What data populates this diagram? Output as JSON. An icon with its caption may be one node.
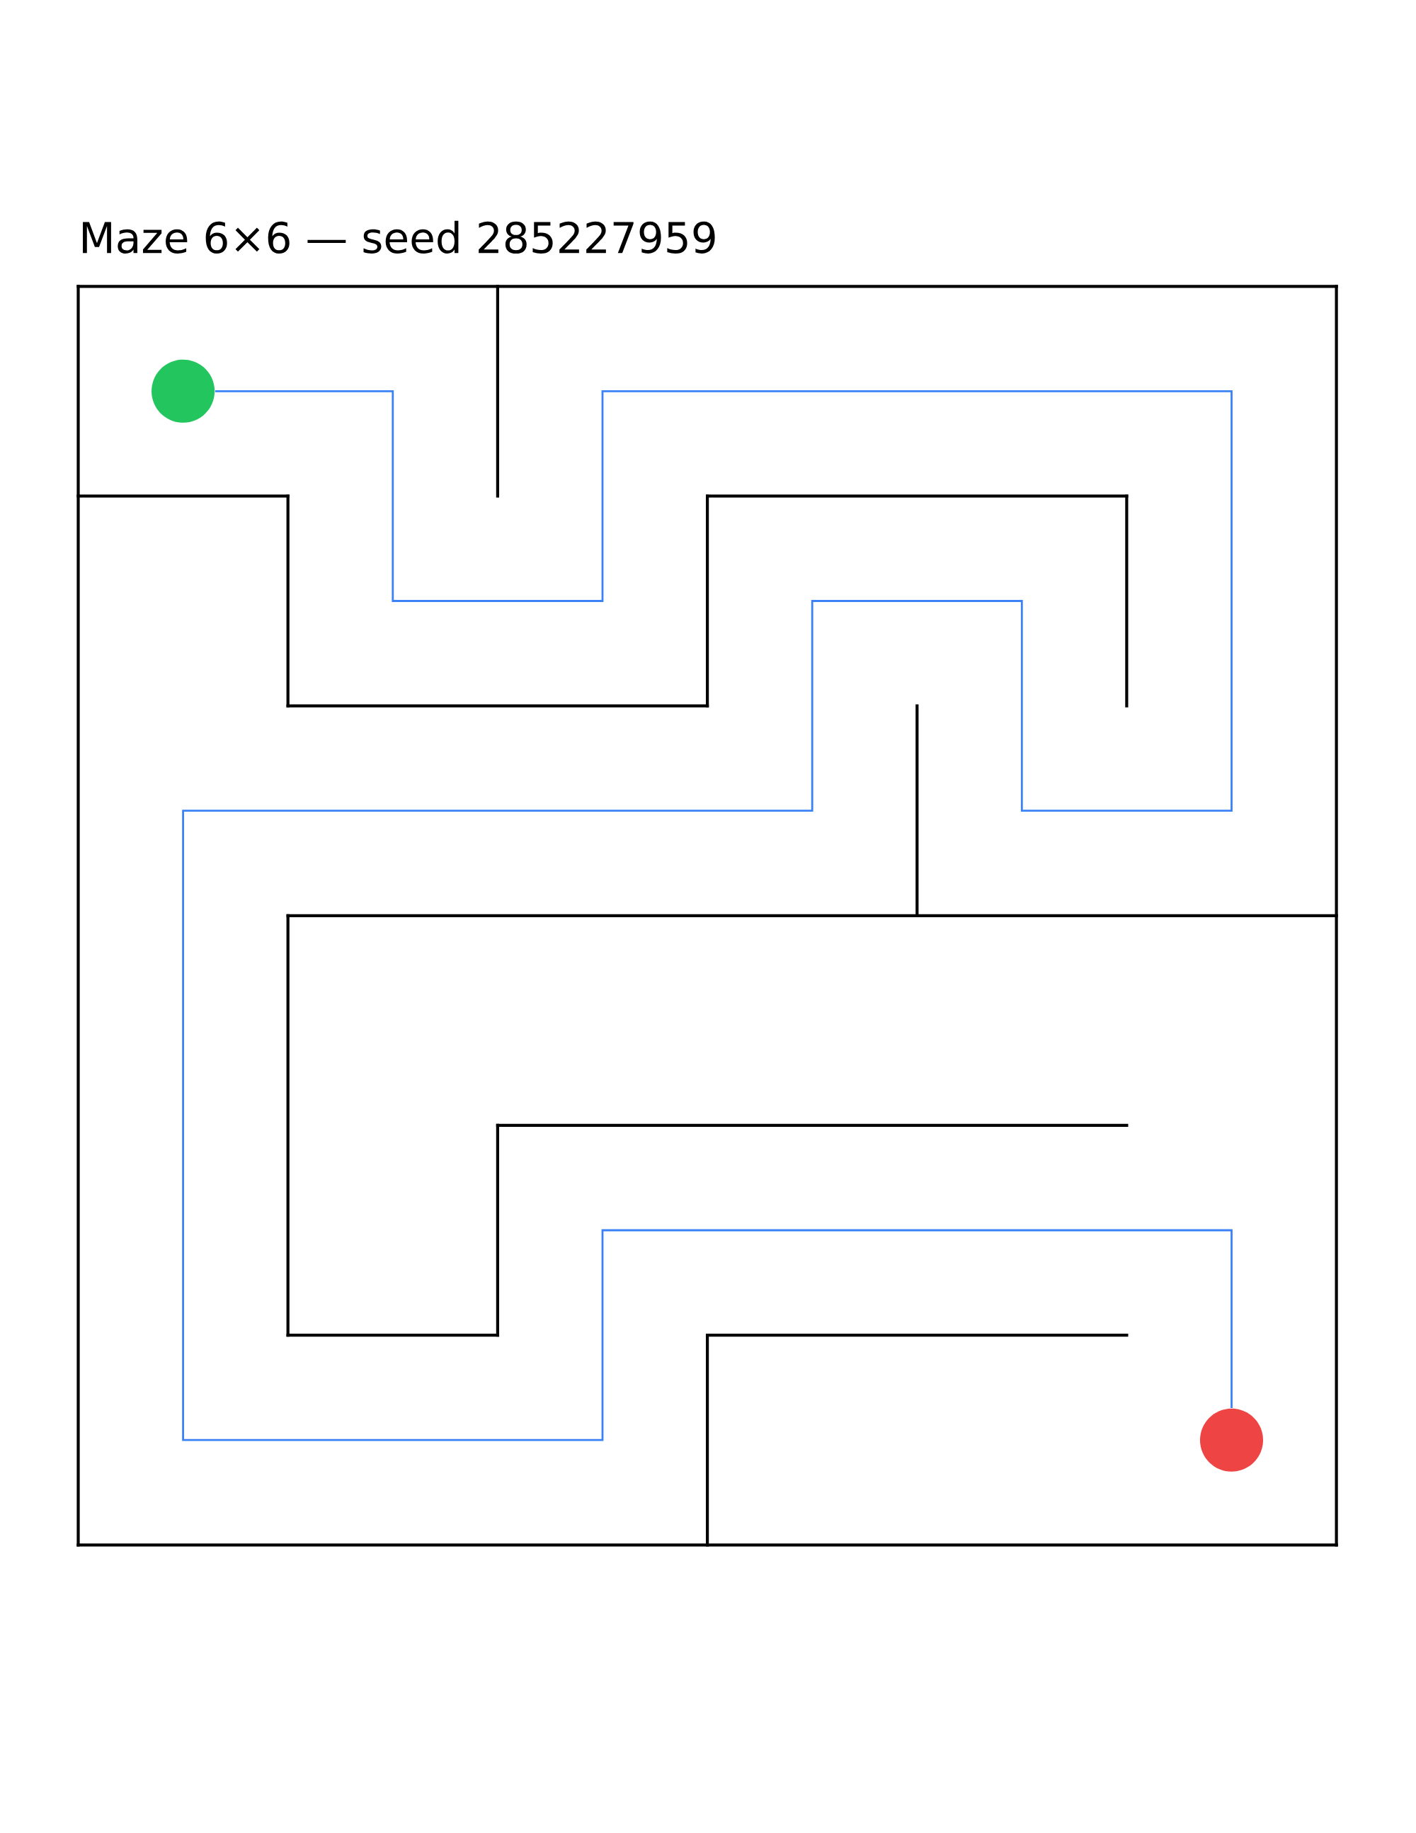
{
  "diagram": {
    "title": "Maze 6×6 — seed 285227959",
    "nodes": [
      {
        "text": [],
        "shape": "circle"
      },
      {
        "text": [],
        "shape": "circle"
      }
    ],
    "edges": [
      {
        "from": 0,
        "to": 1,
        "arrow": "none",
        "color": "#3b82f6"
      }
    ]
  }
}
